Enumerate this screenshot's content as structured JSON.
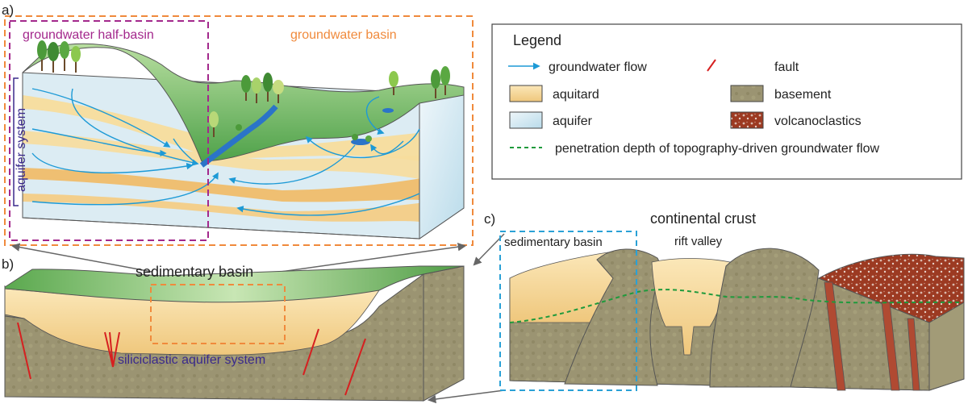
{
  "panels": {
    "a": {
      "letter": "a)",
      "half_basin_label": "groundwater half-basin",
      "basin_label": "groundwater basin",
      "aquifer_system_label": "aquifer system"
    },
    "b": {
      "letter": "b)",
      "title": "sedimentary basin",
      "aquifer_label": "siliciclastic aquifer system"
    },
    "c": {
      "letter": "c)",
      "title": "continental crust",
      "rift_label": "rift valley",
      "basin_label": "sedimentary basin"
    }
  },
  "legend": {
    "title": "Legend",
    "items": [
      {
        "symbol": "arrow-blue",
        "label": "groundwater flow"
      },
      {
        "symbol": "line-red",
        "label": "fault"
      },
      {
        "symbol": "swatch-aquitard",
        "label": "aquitard"
      },
      {
        "symbol": "swatch-basement",
        "label": "basement"
      },
      {
        "symbol": "swatch-aquifer",
        "label": "aquifer"
      },
      {
        "symbol": "swatch-volcanoclastics",
        "label": "volcanoclastics"
      },
      {
        "symbol": "dash-green",
        "label": "penetration depth of topography-driven groundwater flow"
      }
    ]
  },
  "colors": {
    "half_basin_box": "#a3288c",
    "basin_box": "#f08a3c",
    "sedimentary_box_c": "#2aa1d6",
    "aquifer_system_text": "#3a2a8c",
    "flow_arrow": "#1d9ad6",
    "fault": "#d62020",
    "penetration_line": "#1f9a3c",
    "aquitard": "#f6d48e",
    "aquifer": "#d6e9f2",
    "basement": "#9a9370",
    "volcanoclastics": "#9c3a22",
    "grass": "#7cc16a"
  }
}
